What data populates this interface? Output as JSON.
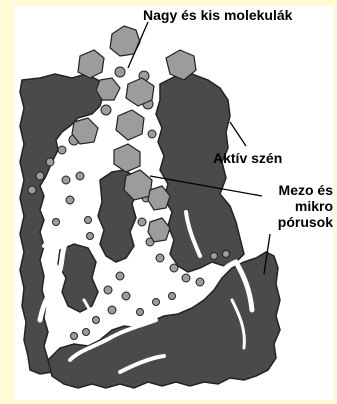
{
  "labels": {
    "molecules": "Nagy és kis molekulák",
    "carbon": "Aktív szén",
    "pores": "Mezo és mikro pórusok"
  },
  "colors": {
    "background": "#fffbd6",
    "carbon": "#4a4a4a",
    "pore": "#ffffff",
    "molecule": "#9c9c9c",
    "outline": "#222222"
  }
}
